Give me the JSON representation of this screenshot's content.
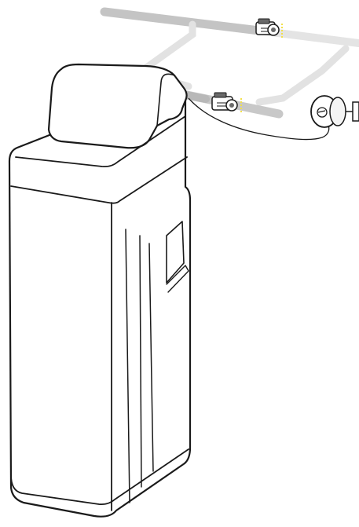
{
  "figure": {
    "components": [
      {
        "name": "water-softener",
        "icon": "softener-cabinet-icon"
      },
      {
        "name": "bypass-pipe-loop",
        "icon": "pipe-icon"
      },
      {
        "name": "upper-valve",
        "icon": "valve-icon"
      },
      {
        "name": "lower-valve",
        "icon": "valve-icon"
      },
      {
        "name": "power-adapter",
        "icon": "power-plug-icon"
      }
    ],
    "colors": {
      "outline": "#1a1a1a",
      "pipe_main": "#c8c8c8",
      "pipe_faded": "#e6e6e6",
      "valve_body": "#6a6a6a",
      "valve_accent": "#f2e04a",
      "background": "#ffffff"
    }
  }
}
